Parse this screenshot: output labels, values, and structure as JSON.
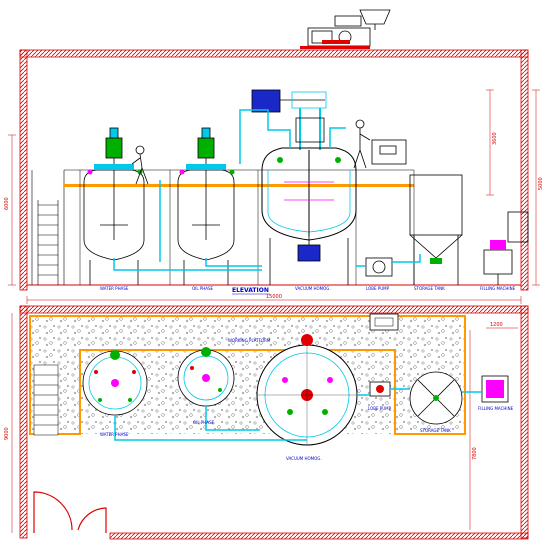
{
  "drawing": {
    "elevation_title": "ELEVATION",
    "plan_title": "WORKING PLATFORM",
    "elevation_labels": [
      {
        "id": "elev-water-phase",
        "text": "WATER PHASE"
      },
      {
        "id": "elev-oil-phase",
        "text": "OIL PHASE"
      },
      {
        "id": "elev-vacuum-homogenizer",
        "text": "VACUUM HOMOG."
      },
      {
        "id": "elev-lobe-pump",
        "text": "LOBE PUMP"
      },
      {
        "id": "elev-storage-tank",
        "text": "STORAGE TANK"
      },
      {
        "id": "elev-automatic-filling",
        "text": "FILLING MACHINE"
      }
    ],
    "plan_labels": [
      {
        "id": "plan-water-phase",
        "text": "WATER PHASE"
      },
      {
        "id": "plan-oil-phase",
        "text": "OIL PHASE"
      },
      {
        "id": "plan-vacuum-homogenizer",
        "text": "VACUUM HOMOG."
      },
      {
        "id": "plan-lobe-pump",
        "text": "LOBE PUMP"
      },
      {
        "id": "plan-storage-tank",
        "text": "STORAGE TANK"
      },
      {
        "id": "plan-filling",
        "text": "FILLING MACHINE"
      }
    ],
    "dimensions": {
      "elev_height_left": "6000",
      "elev_height_right": "5000",
      "elev_inner_right": "3600",
      "plan_width": "15000",
      "plan_depth_left": "9000",
      "plan_depth_right": "7800",
      "plan_small": "1200"
    },
    "colors": {
      "wall": "#e00000",
      "pipe": "#00c8e8",
      "platform": "#ff9900",
      "vessel": "#000000",
      "motor": "#1a28c8",
      "accent": "#ff00ff",
      "valve": "#00b000",
      "label": "#0000cc"
    }
  }
}
